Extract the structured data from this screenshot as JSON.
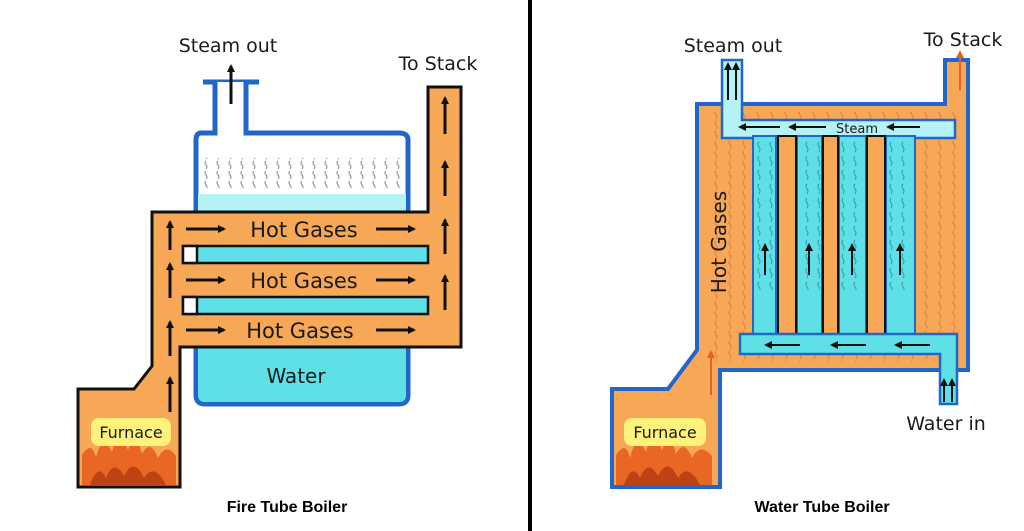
{
  "colors": {
    "gas_orange": "#F6A857",
    "outline": "#111111",
    "water": "#5FE0E6",
    "water_light": "#B5F2F5",
    "vessel_blue": "#2166C8",
    "furnace_label_bg": "#FFF27A",
    "flame": "#E85A1C"
  },
  "fire_tube": {
    "caption": "Fire Tube Boiler",
    "steam_out": "Steam out",
    "to_stack": "To Stack",
    "gas_label_1": "Hot Gases",
    "gas_label_2": "Hot Gases",
    "gas_label_3": "Hot Gases",
    "water": "Water",
    "furnace": "Furnace"
  },
  "water_tube": {
    "caption": "Water Tube Boiler",
    "steam_out": "Steam out",
    "to_stack": "To Stack",
    "steam": "Steam",
    "hot_gases": "Hot Gases",
    "water_in": "Water in",
    "furnace": "Furnace"
  }
}
